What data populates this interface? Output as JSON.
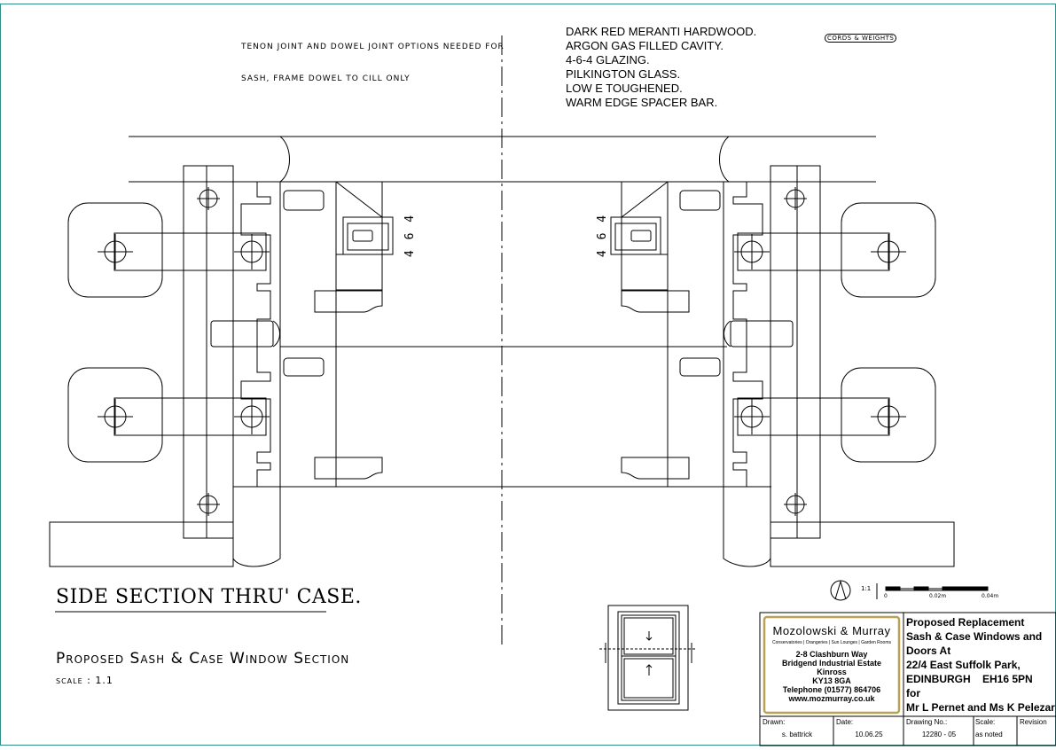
{
  "notes": {
    "joint_line1": "TENON JOINT AND DOWEL JOINT OPTIONS NEEDED FOR",
    "joint_line2": "SASH, FRAME DOWEL TO CILL ONLY",
    "cords_weights": "CORDS & WEIGHTS"
  },
  "spec": [
    "DARK RED MERANTI HARDWOOD.",
    "ARGON GAS FILLED CAVITY.",
    "4-6-4 GLAZING.",
    "PILKINGTON GLASS.",
    "LOW E TOUGHENED.",
    "WARM EDGE SPACER BAR."
  ],
  "glazing_dim": "4 6 4",
  "section_title": "SIDE SECTION THRU' CASE.",
  "drawing_title": "Proposed Sash & Case Window Section",
  "scale_label": "scale : 1.1",
  "scale_bar": {
    "ratio": "1:1",
    "ticks": [
      "0",
      "0.02m",
      "0.04m"
    ]
  },
  "company": {
    "name": "Mozolowski & Murray",
    "tagline": "Conservatories | Orangeries | Sun Lounges | Garden Rooms",
    "address": [
      "2-8 Clashburn Way",
      "Bridgend Industrial Estate",
      "Kinross",
      "KY13 8GA"
    ],
    "telephone": "Telephone (01577) 864706",
    "web": "www.mozmurray.co.uk"
  },
  "project": {
    "lines": [
      "Proposed Replacement",
      "Sash & Case Windows and",
      "Doors At",
      "22/4 East Suffolk Park,",
      "EDINBURGH    EH16 5PN",
      "for",
      "Mr L Pernet and Ms K Pelezar"
    ]
  },
  "title_block": {
    "drawn_label": "Drawn:",
    "drawn_value": "s. battrick",
    "date_label": "Date:",
    "date_value": "10.06.25",
    "drawing_no_label": "Drawing No.:",
    "drawing_no_value": "12280 - 05",
    "scale_label": "Scale:",
    "scale_value": "as noted",
    "revision_label": "Revision",
    "revision_value": ""
  },
  "colors": {
    "line": "#000000",
    "accent_gold": "#b8a255",
    "border_teal": "#2f8f8f"
  }
}
